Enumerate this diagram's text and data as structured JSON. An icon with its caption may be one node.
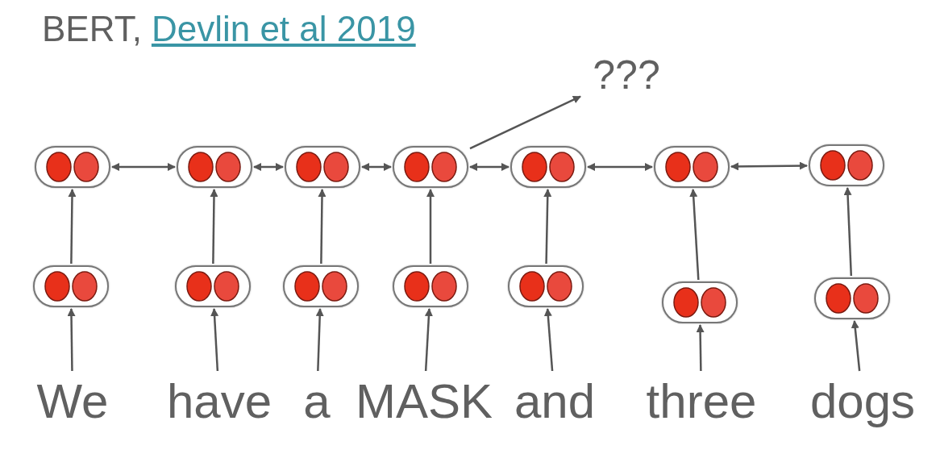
{
  "diagram": {
    "nodes": [
      {
        "text": [
          "???"
        ]
      },
      {
        "text": [],
        "shape": "pill"
      },
      {
        "text": [],
        "shape": "pill"
      },
      {
        "text": [],
        "shape": "pill"
      },
      {
        "text": [],
        "shape": "pill"
      },
      {
        "text": [],
        "shape": "pill"
      },
      {
        "text": [],
        "shape": "pill"
      },
      {
        "text": [],
        "shape": "pill"
      },
      {
        "text": [],
        "shape": "pill"
      },
      {
        "text": [],
        "shape": "pill"
      },
      {
        "text": [],
        "shape": "pill"
      },
      {
        "text": [],
        "shape": "pill"
      },
      {
        "text": [],
        "shape": "pill"
      },
      {
        "text": [],
        "shape": "pill"
      },
      {
        "text": [],
        "shape": "pill"
      },
      {
        "text": [
          "We"
        ]
      },
      {
        "text": [
          "have"
        ]
      },
      {
        "text": [
          "a"
        ]
      },
      {
        "text": [
          "MASK"
        ]
      },
      {
        "text": [
          "and"
        ]
      },
      {
        "text": [
          "three"
        ]
      },
      {
        "text": [
          "dogs"
        ]
      }
    ],
    "edges": [
      {
        "from": 15,
        "to": 8,
        "arrow": "to"
      },
      {
        "from": 16,
        "to": 9,
        "arrow": "to"
      },
      {
        "from": 17,
        "to": 10,
        "arrow": "to"
      },
      {
        "from": 18,
        "to": 11,
        "arrow": "to"
      },
      {
        "from": 19,
        "to": 12,
        "arrow": "to"
      },
      {
        "from": 20,
        "to": 13,
        "arrow": "to"
      },
      {
        "from": 21,
        "to": 14,
        "arrow": "to"
      },
      {
        "from": 8,
        "to": 1,
        "arrow": "to"
      },
      {
        "from": 9,
        "to": 2,
        "arrow": "to"
      },
      {
        "from": 10,
        "to": 3,
        "arrow": "to"
      },
      {
        "from": 11,
        "to": 4,
        "arrow": "to"
      },
      {
        "from": 12,
        "to": 5,
        "arrow": "to"
      },
      {
        "from": 13,
        "to": 6,
        "arrow": "to"
      },
      {
        "from": 14,
        "to": 7,
        "arrow": "to"
      },
      {
        "from": 1,
        "to": 2,
        "arrow": "both"
      },
      {
        "from": 2,
        "to": 3,
        "arrow": "both"
      },
      {
        "from": 3,
        "to": 4,
        "arrow": "both"
      },
      {
        "from": 4,
        "to": 5,
        "arrow": "both"
      },
      {
        "from": 5,
        "to": 6,
        "arrow": "both"
      },
      {
        "from": 6,
        "to": 7,
        "arrow": "both"
      },
      {
        "from": 4,
        "to": 0,
        "arrow": "to"
      }
    ],
    "labels": [
      "BERT,",
      "Devlin et al 2019"
    ]
  }
}
